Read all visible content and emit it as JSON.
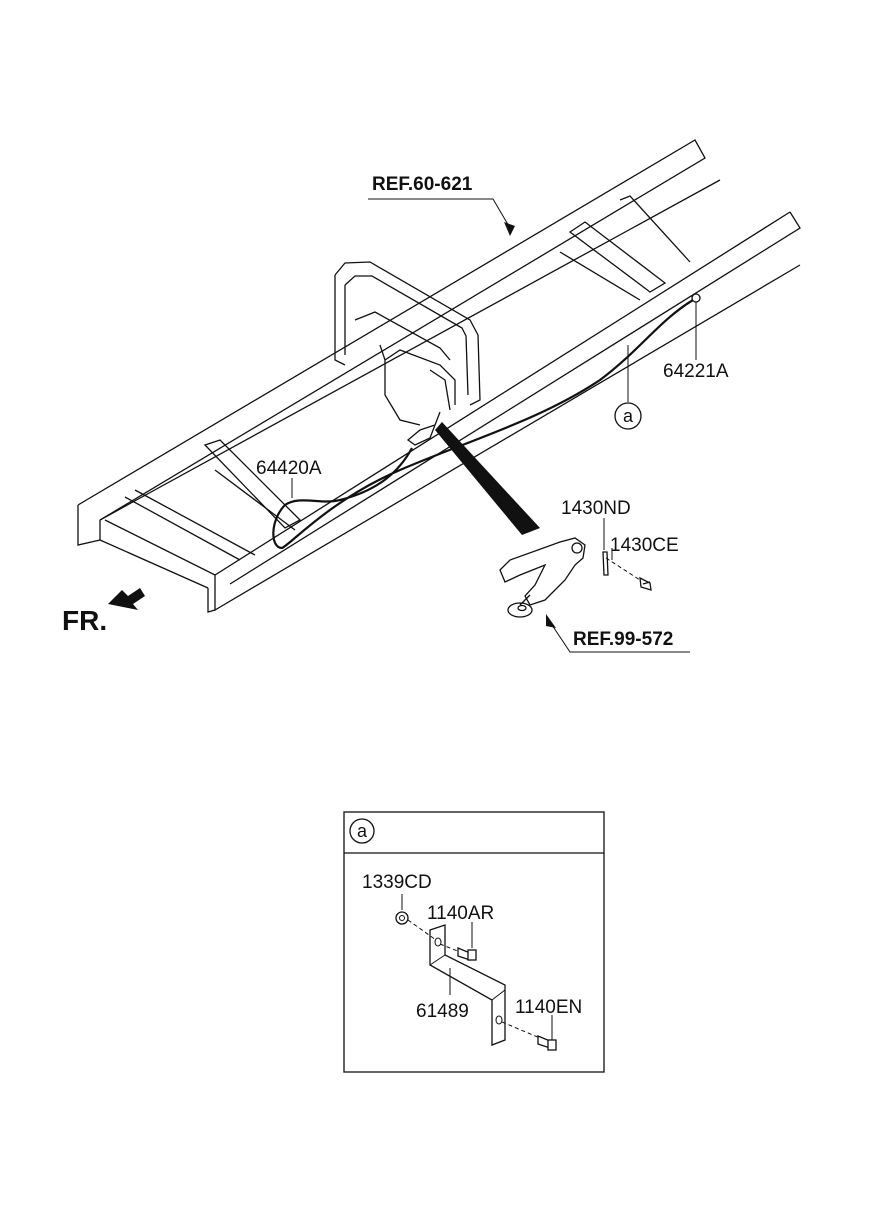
{
  "refs": {
    "frame": "REF.60-621",
    "hitch": "REF.99-572"
  },
  "labels": {
    "cable_mount": "64221A",
    "cable": "64420A",
    "pin": "1430ND",
    "bolt": "1430CE"
  },
  "front_marker": "FR.",
  "detail_marker": "a",
  "detail": {
    "marker": "a",
    "labels": {
      "nut": "1339CD",
      "bolt_upper": "1140AR",
      "bracket": "61489",
      "bolt_lower": "1140EN"
    }
  }
}
